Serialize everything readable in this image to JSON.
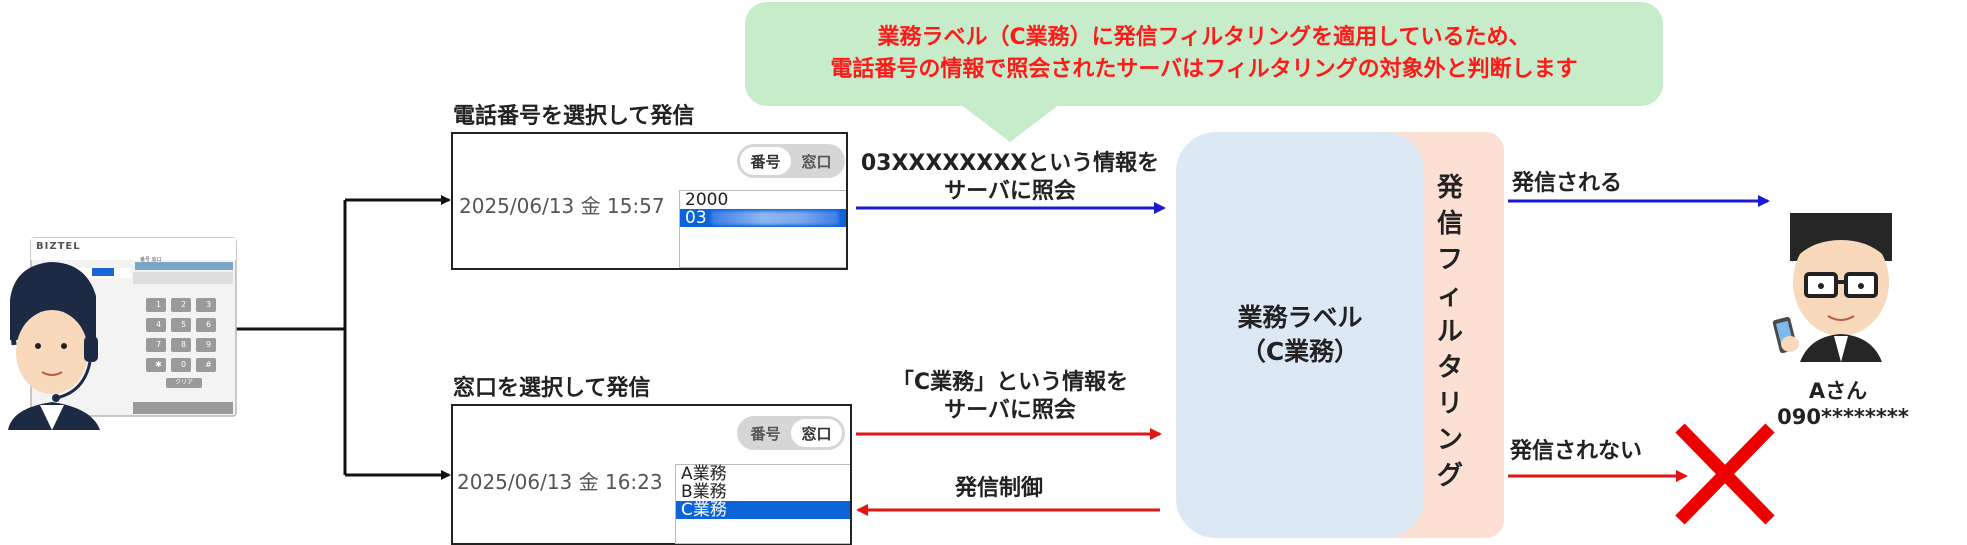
{
  "callout": {
    "line1": "業務ラベル（C業務）に発信フィルタリングを適用しているため、",
    "line2": "電話番号の情報で照会されたサーバはフィルタリングの対象外と判断します"
  },
  "top_flow": {
    "heading": "電話番号を選択して発信",
    "toggle": {
      "left": "番号",
      "right": "窓口",
      "active": "left"
    },
    "datetime": "2025/06/13 金 15:57",
    "list": [
      "2000",
      "03"
    ],
    "selected_index": 1,
    "arrow_text": [
      "03XXXXXXXXという情報を",
      "サーバに照会"
    ],
    "result_text": "発信される"
  },
  "bottom_flow": {
    "heading": "窓口を選択して発信",
    "toggle": {
      "left": "番号",
      "right": "窓口",
      "active": "right"
    },
    "datetime": "2025/06/13 金 16:23",
    "list": [
      "A業務",
      "B業務",
      "C業務"
    ],
    "selected_index": 2,
    "arrow_text": [
      "「C業務」という情報を",
      "サーバに照会"
    ],
    "return_text": "発信制御",
    "result_text": "発信されない"
  },
  "server": {
    "label_line1": "業務ラベル",
    "label_line2": "（C業務）",
    "filter_chars": [
      "発",
      "信",
      "フ",
      "ィ",
      "ル",
      "タ",
      "リ",
      "ン",
      "グ"
    ]
  },
  "recipient": {
    "name": "Aさん",
    "number": "090********"
  },
  "mini_ui": {
    "brand": "BIZTEL",
    "keys": [
      "1",
      "2",
      "3",
      "4",
      "5",
      "6",
      "7",
      "8",
      "9",
      "✱",
      "0",
      "#"
    ],
    "clear": "クリア",
    "tabs": [
      "番号",
      "窓口"
    ]
  },
  "colors": {
    "callout_bg": "#c6ecca",
    "callout_text": "#ff1a1a",
    "blue_arrow": "#1a1ad6",
    "red_arrow": "#e01515",
    "label_box": "#dde8f5",
    "filter_box": "#fbe0d3",
    "selected_row": "#0d63d8"
  }
}
